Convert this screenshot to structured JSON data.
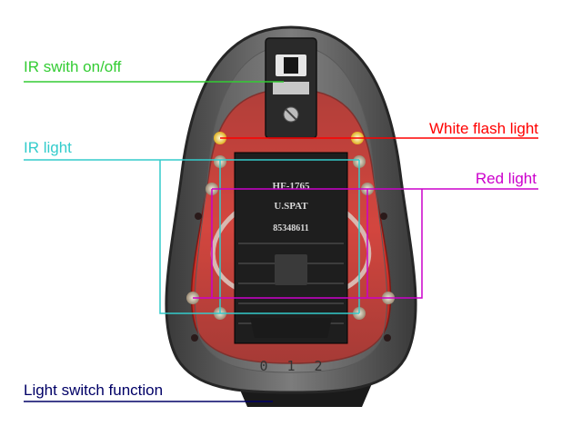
{
  "callouts": {
    "ir_switch": {
      "text": "IR swith on/off",
      "color": "#33cc33"
    },
    "white_flash": {
      "text": "White flash light",
      "color": "#ff0000"
    },
    "ir_light": {
      "text": "IR light",
      "color": "#33cccc"
    },
    "red_light": {
      "text": "Red light",
      "color": "#cc00cc"
    },
    "light_switch": {
      "text": "Light switch function",
      "color": "#000066"
    }
  },
  "device": {
    "model_text": "HF-1765",
    "brand_text": "U.SPAT",
    "serial_text": "85348611",
    "dial_positions": [
      "0",
      "1",
      "2"
    ],
    "housing_color": "#6a6a6a",
    "pcb_color": "#e0342b",
    "chip_color": "#1e1e1e"
  }
}
